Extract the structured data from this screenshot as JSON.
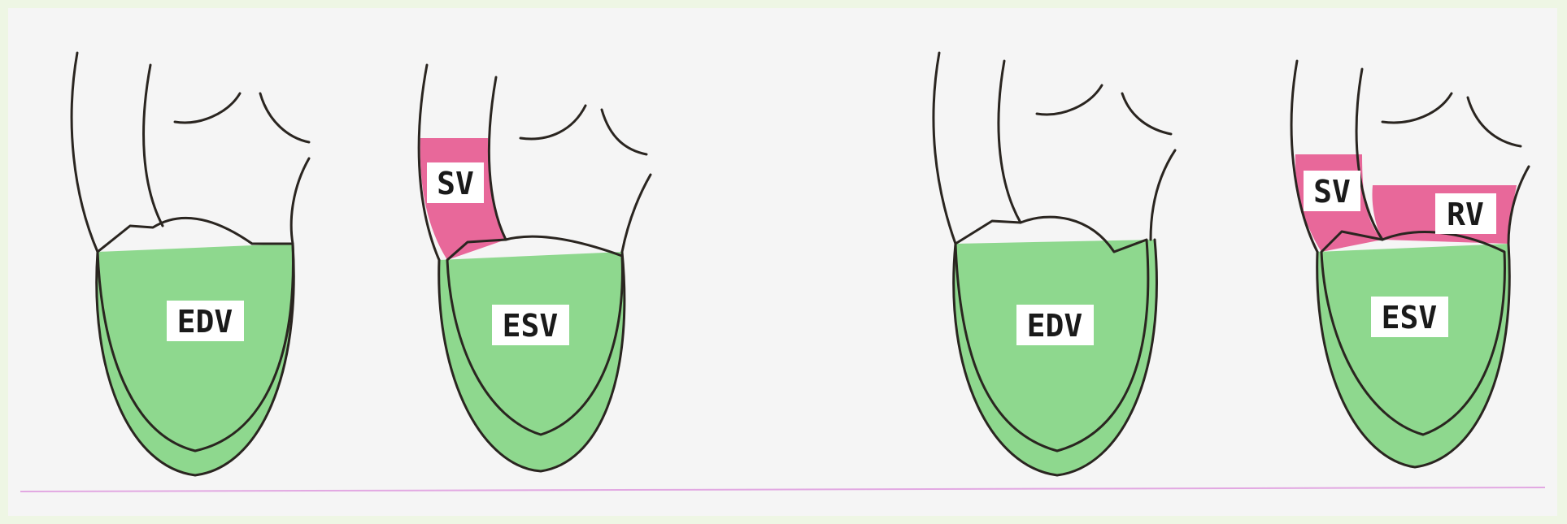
{
  "colors": {
    "blood": "#e8689a",
    "myocardium": "#8ed88e",
    "ink": "#2a2520",
    "background": "#f5f5f5",
    "frame": "#eef6e4",
    "baseline": "#e2a8e2"
  },
  "panels": [
    {
      "id": "panel-1",
      "phase": "end-diastole",
      "labels": {
        "edv": "EDV"
      }
    },
    {
      "id": "panel-2",
      "phase": "end-systole",
      "labels": {
        "sv": "SV",
        "esv": "ESV"
      }
    },
    {
      "id": "panel-3",
      "phase": "end-diastole",
      "labels": {
        "edv": "EDV"
      }
    },
    {
      "id": "panel-4",
      "phase": "end-systole-with-regurgitation",
      "labels": {
        "sv": "SV",
        "rv": "RV",
        "esv": "ESV"
      }
    }
  ]
}
